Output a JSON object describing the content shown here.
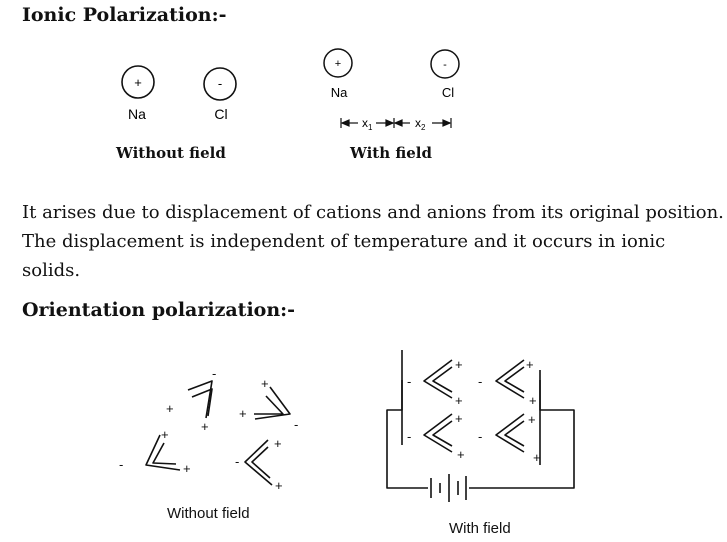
{
  "section1": {
    "heading": "Ionic Polarization:-",
    "without_field": {
      "ion_left_sign": "+",
      "ion_right_sign": "-",
      "label_left": "Na",
      "label_right": "Cl",
      "caption": "Without field"
    },
    "with_field": {
      "ion_left_sign": "+",
      "ion_right_sign": "-",
      "label_left": "Na",
      "label_right": "Cl",
      "x1": "x",
      "x1_sub": "1",
      "x2": "x",
      "x2_sub": "2",
      "caption": "With field"
    }
  },
  "paragraph": {
    "line1": "It arises due to displacement of cations and anions from its original position.",
    "line2": "The displacement is independent  of temperature and it occurs in ionic",
    "line3": "solids."
  },
  "section2": {
    "heading": "Orientation polarization:-",
    "without_field_caption": "Without field",
    "with_field_caption": "With field",
    "plus": "+",
    "minus": "-"
  }
}
